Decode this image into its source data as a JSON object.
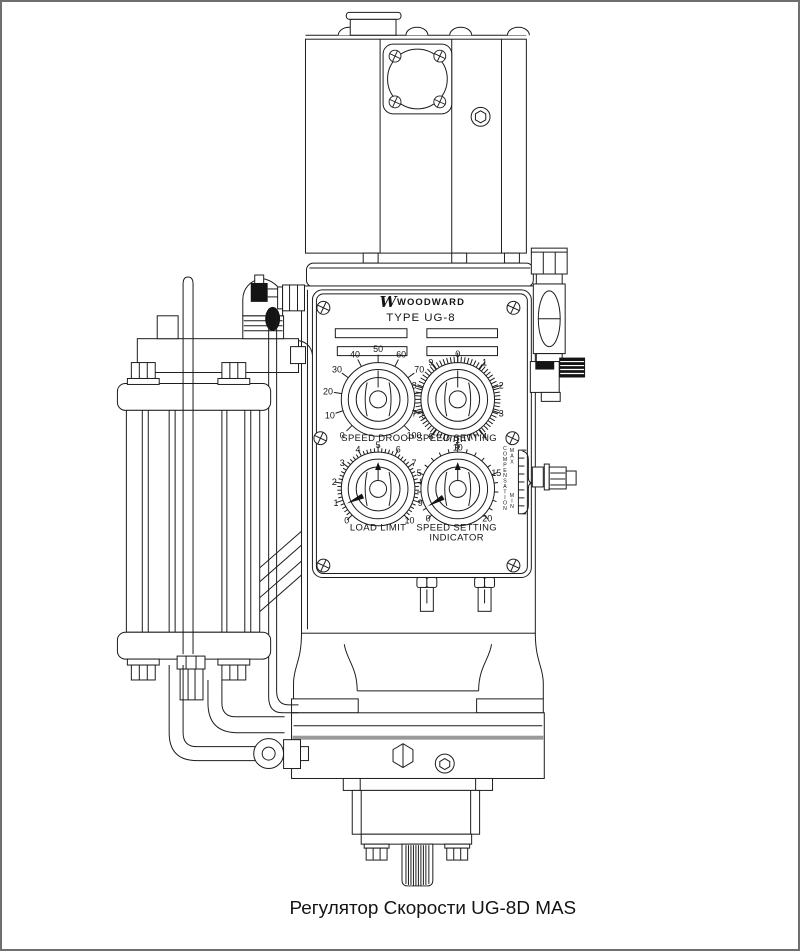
{
  "caption": "Регулятор Скорости UG-8D MAS",
  "panel": {
    "brand_initial": "W",
    "brand": "WOODWARD",
    "type_label": "TYPE UG-8",
    "dials": [
      {
        "id": "speed-droop",
        "label": "SPEED DROOP",
        "tick_labels": [
          "0",
          "10",
          "20",
          "30",
          "40",
          "50",
          "60",
          "70",
          "80",
          "90",
          "100"
        ]
      },
      {
        "id": "speed-setting",
        "label": "SPEED SETTING",
        "tick_labels": [
          "0",
          "1",
          "2",
          "3",
          "4",
          "5",
          "6",
          "7",
          "8",
          "9"
        ]
      },
      {
        "id": "load-limit",
        "label": "LOAD LIMIT",
        "tick_labels": [
          "0",
          "1",
          "2",
          "3",
          "4",
          "5",
          "6",
          "7",
          "8",
          "9",
          "10"
        ]
      },
      {
        "id": "speed-setting-indicator",
        "label": "SPEED SETTING",
        "label2": "INDICATOR",
        "tick_labels": [
          "0",
          "5",
          "10",
          "15",
          "20"
        ]
      }
    ],
    "compensation": {
      "label": "COMPENSATION",
      "max": "MAX",
      "min": "MIN"
    }
  },
  "colors": {
    "line": "#1c1c1c",
    "background": "#ffffff",
    "frame_border": "#6f6f6f",
    "shaded_band": "#9a9a9a"
  }
}
